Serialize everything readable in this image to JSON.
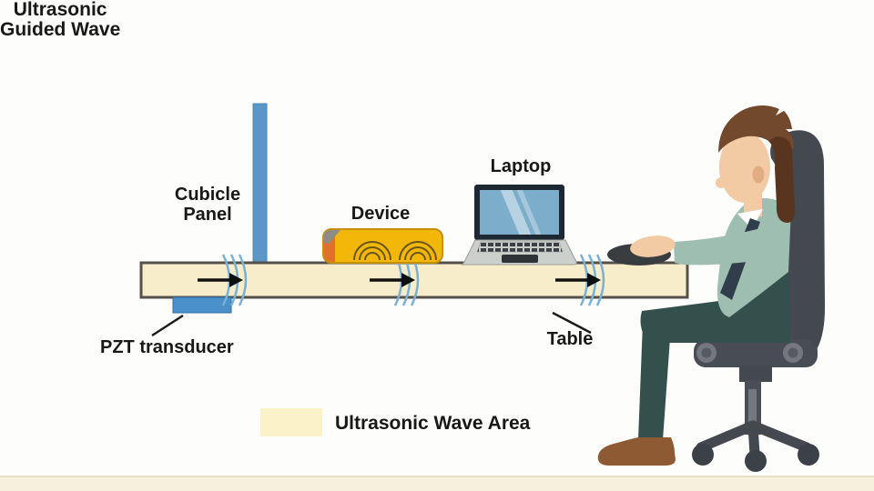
{
  "diagram": {
    "type": "ultrasonic-guided-wave-schematic",
    "labels": {
      "ultrasonic_guided_wave": "Ultrasonic\nGuided Wave",
      "cubicle_panel": "Cubicle\nPanel",
      "device": "Device",
      "laptop": "Laptop",
      "table": "Table",
      "pzt_transducer": "PZT transducer"
    },
    "legend": {
      "label": "Ultrasonic Wave Area",
      "swatch_color": "#fbf2c8"
    },
    "colors": {
      "table_fill": "#f8edca",
      "table_border": "#55514a",
      "panel_blue": "#5a96c8",
      "pzt_blue": "#4a90c9",
      "wave_arc_blue": "#7ab0d4",
      "arrow_black": "#101010",
      "device_yellow": "#f3b70a",
      "device_orange": "#e0702b",
      "device_corner_gray": "#8d8d85",
      "laptop_frame": "#1e2833",
      "laptop_screen_blue": "#7cadcb",
      "laptop_base_silver": "#ccd0cc",
      "floor_cream": "#f6f0dc",
      "chair_gray": "#44484f",
      "sweater_green": "#9ebeb1",
      "pants_teal": "#33504c",
      "skin": "#f2cba4",
      "hair_brown": "#73492d",
      "shoe_brown": "#8e5a33",
      "tie_navy": "#2f3e4a",
      "mouse_dark": "#3a3d40"
    },
    "icons": {
      "ultrasonic_wave_icon": "triple blue arcs with right-pointing black arrow",
      "device_wave_arcs_icon": "concentric dark arcs (wave reception)"
    }
  }
}
